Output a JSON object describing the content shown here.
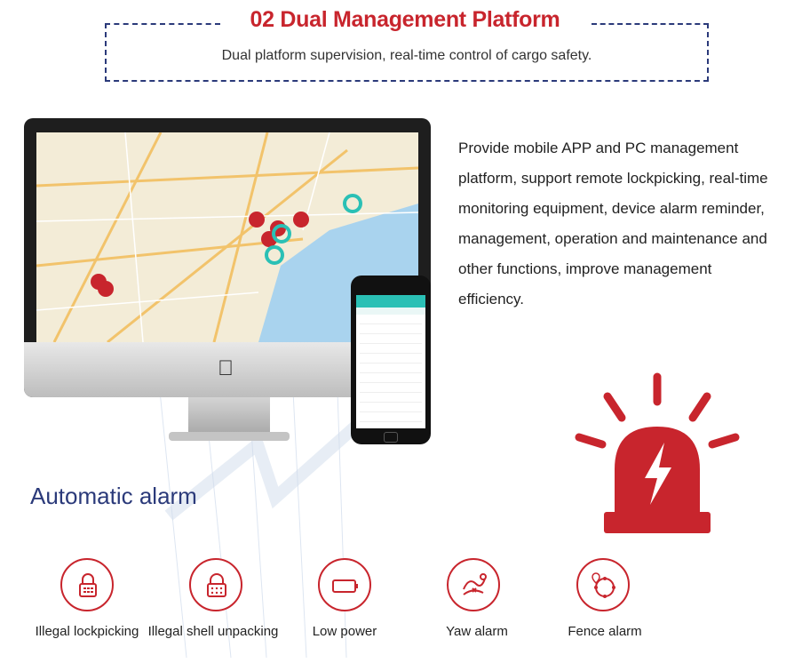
{
  "header": {
    "title": "02 Dual Management Platform",
    "subtitle": "Dual platform supervision, real-time control of cargo safety."
  },
  "description": "Provide mobile APP and PC management platform, support remote lockpicking, real-time monitoring equipment, device alarm reminder, management, operation and maintenance and other functions, improve management efficiency.",
  "alarm": {
    "title": "Automatic alarm",
    "items": [
      {
        "label": "Illegal lockpicking",
        "icon": "padlock-icon"
      },
      {
        "label": "Illegal shell unpacking",
        "icon": "shell-lock-icon"
      },
      {
        "label": "Low power",
        "icon": "battery-icon"
      },
      {
        "label": "Yaw alarm",
        "icon": "route-icon"
      },
      {
        "label": "Fence alarm",
        "icon": "geofence-icon"
      }
    ]
  },
  "colors": {
    "accent_red": "#c8252d",
    "navy": "#2b3a7a",
    "map_sea": "#a9d3ee",
    "teal": "#2ac0b5"
  }
}
